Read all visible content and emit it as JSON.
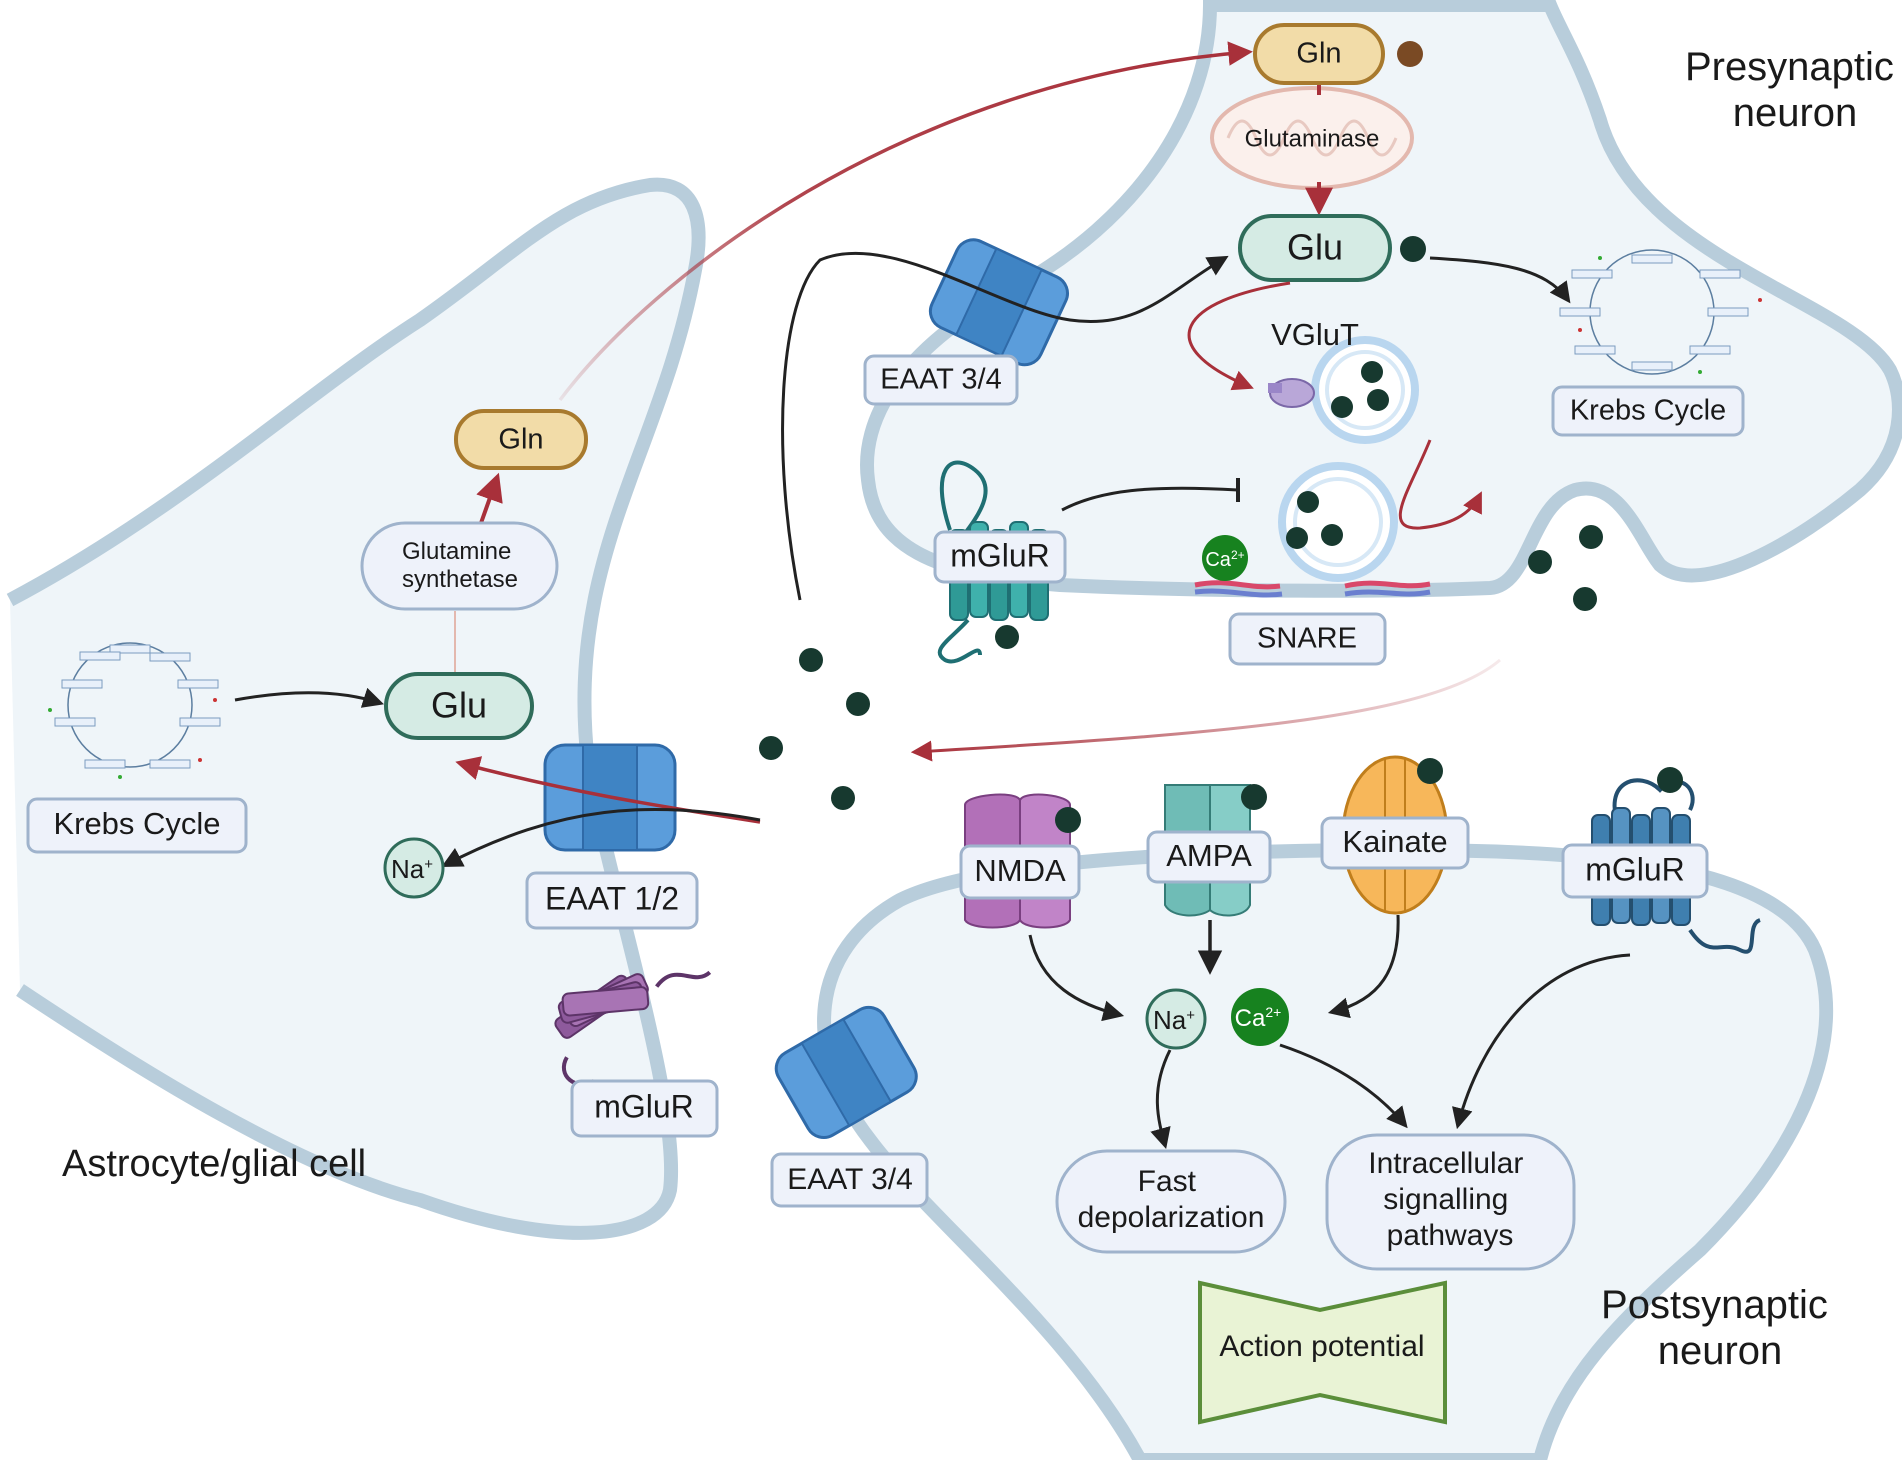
{
  "cells": {
    "presynaptic": "Presynaptic\nneuron",
    "postsynaptic": "Postsynaptic\nneuron",
    "astrocyte": "Astrocyte/glial cell"
  },
  "presynaptic": {
    "gln": "Gln",
    "glutaminase": "Glutaminase",
    "glu": "Glu",
    "vglut": "VGluT",
    "krebs": "Krebs Cycle",
    "eaat": "EAAT 3/4",
    "mglur": "mGluR",
    "snare": "SNARE",
    "ca": "Ca",
    "ca_sup": "2+"
  },
  "astrocyte": {
    "gln": "Gln",
    "synthetase": "Glutamine\nsynthetase",
    "glu": "Glu",
    "krebs": "Krebs Cycle",
    "eaat": "EAAT 1/2",
    "na": "Na",
    "na_sup": "+",
    "mglur": "mGluR"
  },
  "postsynaptic": {
    "nmda": "NMDA",
    "ampa": "AMPA",
    "kainate": "Kainate",
    "mglur": "mGluR",
    "na": "Na",
    "na_sup": "+",
    "ca": "Ca",
    "ca_sup": "2+",
    "fast": "Fast\ndepolarization",
    "intracellular": "Intracellular\nsignalling\npathways",
    "action": "Action potential",
    "eaat": "EAAT 3/4"
  },
  "colors": {
    "membrane": "#b8cddb",
    "cytoplasm": "#eff5f9",
    "label_border": "#9fb3cc",
    "label_fill": "#eef2fa",
    "gln_fill": "#f2dca8",
    "gln_border": "#a87a2e",
    "glu_fill": "#d5ebe4",
    "glu_border": "#2f6c5a",
    "glutamate_dot": "#17392f",
    "red_arrow": "#a8303a",
    "black_arrow": "#222222",
    "transporter_blue": "#5b9ddb",
    "nmda": "#b270b8",
    "ampa": "#6fbcb6",
    "kainate": "#f7b75a",
    "mglur_post": "#3f7faf",
    "mglur_pre": "#2f9a96",
    "mglur_astro": "#8e5a9c",
    "calcium": "#17821f",
    "action_fill": "#e9f3d5",
    "action_border": "#5b8e3a"
  }
}
